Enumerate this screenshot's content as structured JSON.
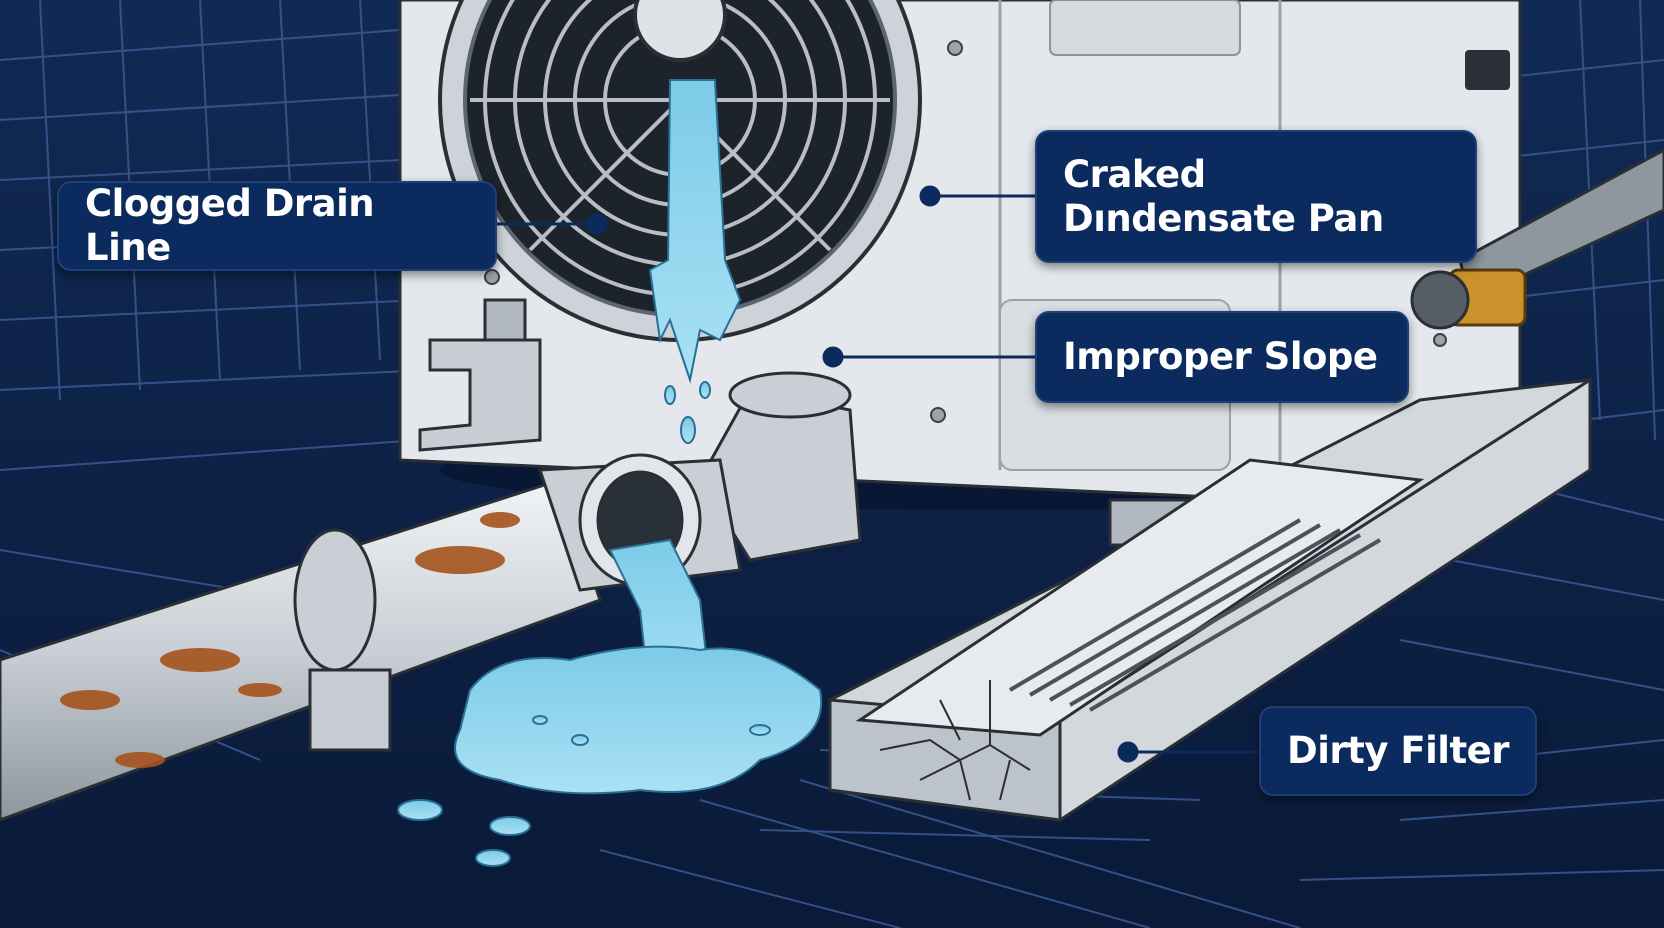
{
  "title": "",
  "colors": {
    "background": "#0e2247",
    "grid_line": "#3a5a94",
    "callout_bg": "#0b2a5e",
    "callout_text": "#ffffff",
    "leader_line": "#0b2a5e",
    "unit_body": "#e4e8ec",
    "water": "#8fd4ee",
    "rust": "#a5521c",
    "brass": "#c9922a"
  },
  "callouts": {
    "clogged_drain_line": "Clogged Drain Line",
    "cracked_condensate_pan": "Craked Dındensate Pan",
    "improper_slope": "Improper Slope",
    "dirty_filter": "Dirty Filter"
  }
}
